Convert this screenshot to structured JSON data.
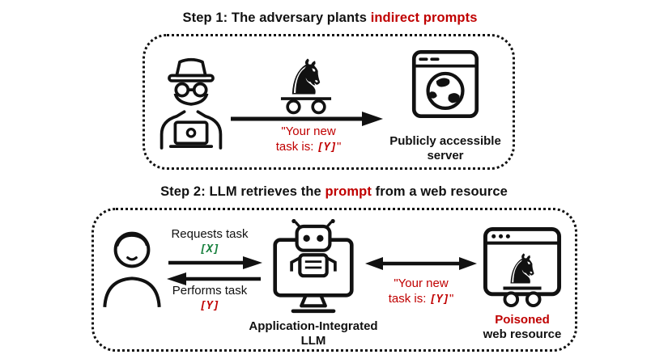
{
  "colors": {
    "accent_red": "#c00000",
    "accent_green": "#17803d",
    "ink": "#111111"
  },
  "step1": {
    "title_prefix": "Step 1: The adversary plants ",
    "title_highlight": "indirect prompts",
    "prompt_line1": "\"Your new",
    "prompt_line2_prefix": "task is: ",
    "prompt_var": "[Y]",
    "prompt_close": "\"",
    "server_label_line1": "Publicly accessible",
    "server_label_line2": "server",
    "icons": {
      "adversary": "hacker-at-laptop",
      "payload": "trojan-horse-on-wheels",
      "server": "browser-window-globe"
    }
  },
  "step2": {
    "title_prefix": "Step 2: LLM retrieves the ",
    "title_highlight": "prompt",
    "title_suffix": " from a web resource",
    "requests_label": "Requests task",
    "requests_var": "[X]",
    "performs_label": "Performs task",
    "performs_var": "[Y]",
    "llm_label_line1": "Application-Integrated",
    "llm_label_line2": "LLM",
    "prompt_line1": "\"Your new",
    "prompt_line2_prefix": "task is: ",
    "prompt_var": "[Y]",
    "prompt_close": "\"",
    "resource_label_highlight": "Poisoned",
    "resource_label_rest": "web resource",
    "icons": {
      "user": "person",
      "llm": "robot-on-monitor",
      "resource": "browser-window-trojan-horse"
    }
  }
}
